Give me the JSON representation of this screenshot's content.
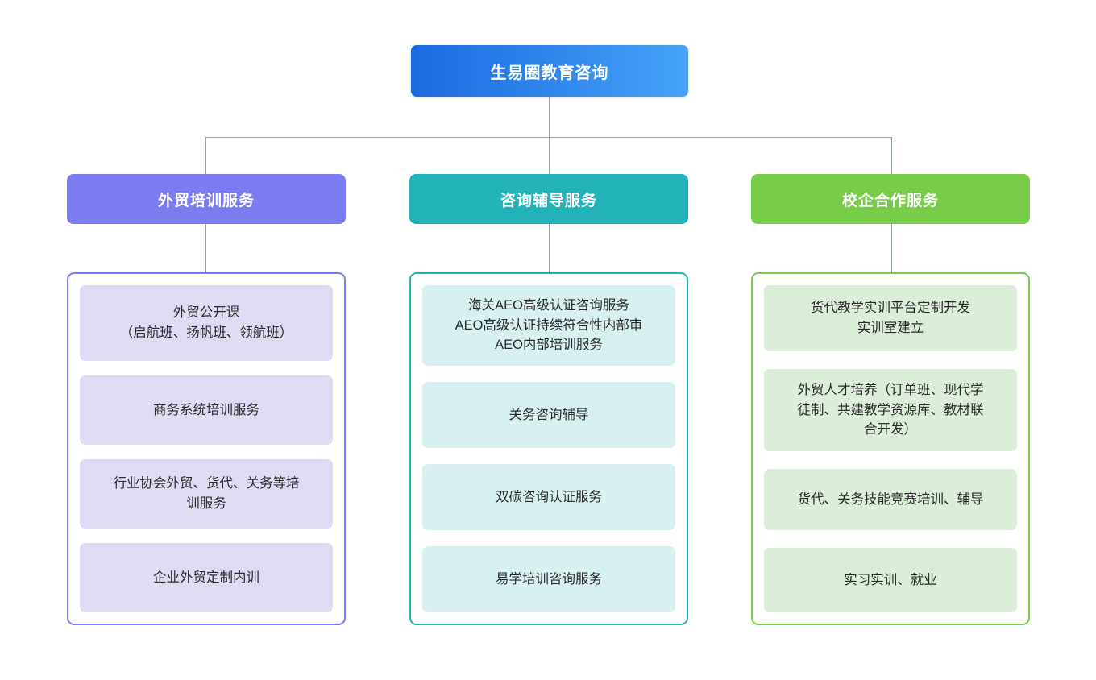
{
  "diagram": {
    "title": "生易圈教育咨询",
    "colors": {
      "root_gradient_from": "#1a6ae0",
      "root_gradient_to": "#46a2f7",
      "branch_purple": "#7b7cf0",
      "branch_teal": "#21b3b8",
      "branch_green": "#77cc4a",
      "card_purple": "#dedcf3",
      "card_teal": "#d9f0f1",
      "card_green": "#dcedda",
      "connector": "#93a2ab",
      "text_dark": "#2b2b2b",
      "text_light": "#ffffff"
    },
    "root": {
      "label": "生易圈教育咨询"
    },
    "branches": [
      {
        "id": "training",
        "header": "外贸培训服务",
        "header_color": "#7b7cf0",
        "border_color": "#7b7cf0",
        "card_color": "#dedcf3",
        "items": [
          {
            "lines": [
              "外贸公开课",
              "（启航班、扬帆班、领航班）"
            ],
            "height": 94
          },
          {
            "lines": [
              "商务系统培训服务"
            ],
            "height": 86
          },
          {
            "lines": [
              "行业协会外贸、货代、关务等培",
              "训服务"
            ],
            "height": 86
          },
          {
            "lines": [
              "企业外贸定制内训"
            ],
            "height": 86
          }
        ]
      },
      {
        "id": "consulting",
        "header": "咨询辅导服务",
        "header_color": "#21b3b8",
        "border_color": "#21b3b8",
        "card_color": "#d9f0f1",
        "items": [
          {
            "lines": [
              "海关AEO高级认证咨询服务",
              "AEO高级认证持续符合性内部审",
              "AEO内部培训服务"
            ],
            "height": 100
          },
          {
            "lines": [
              "关务咨询辅导"
            ],
            "height": 82
          },
          {
            "lines": [
              "双碳咨询认证服务"
            ],
            "height": 82
          },
          {
            "lines": [
              "易学培训咨询服务"
            ],
            "height": 82
          }
        ]
      },
      {
        "id": "cooperation",
        "header": "校企合作服务",
        "header_color": "#77cc4a",
        "border_color": "#77cc4a",
        "card_color": "#dcedda",
        "items": [
          {
            "lines": [
              "货代教学实训平台定制开发",
              "实训室建立"
            ],
            "height": 82
          },
          {
            "lines": [
              "外贸人才培养（订单班、现代学",
              "徒制、共建教学资源库、教材联",
              "合开发）"
            ],
            "height": 102
          },
          {
            "lines": [
              "货代、关务技能竞赛培训、辅导"
            ],
            "height": 76
          },
          {
            "lines": [
              "实习实训、就业"
            ],
            "height": 80
          }
        ]
      }
    ]
  }
}
